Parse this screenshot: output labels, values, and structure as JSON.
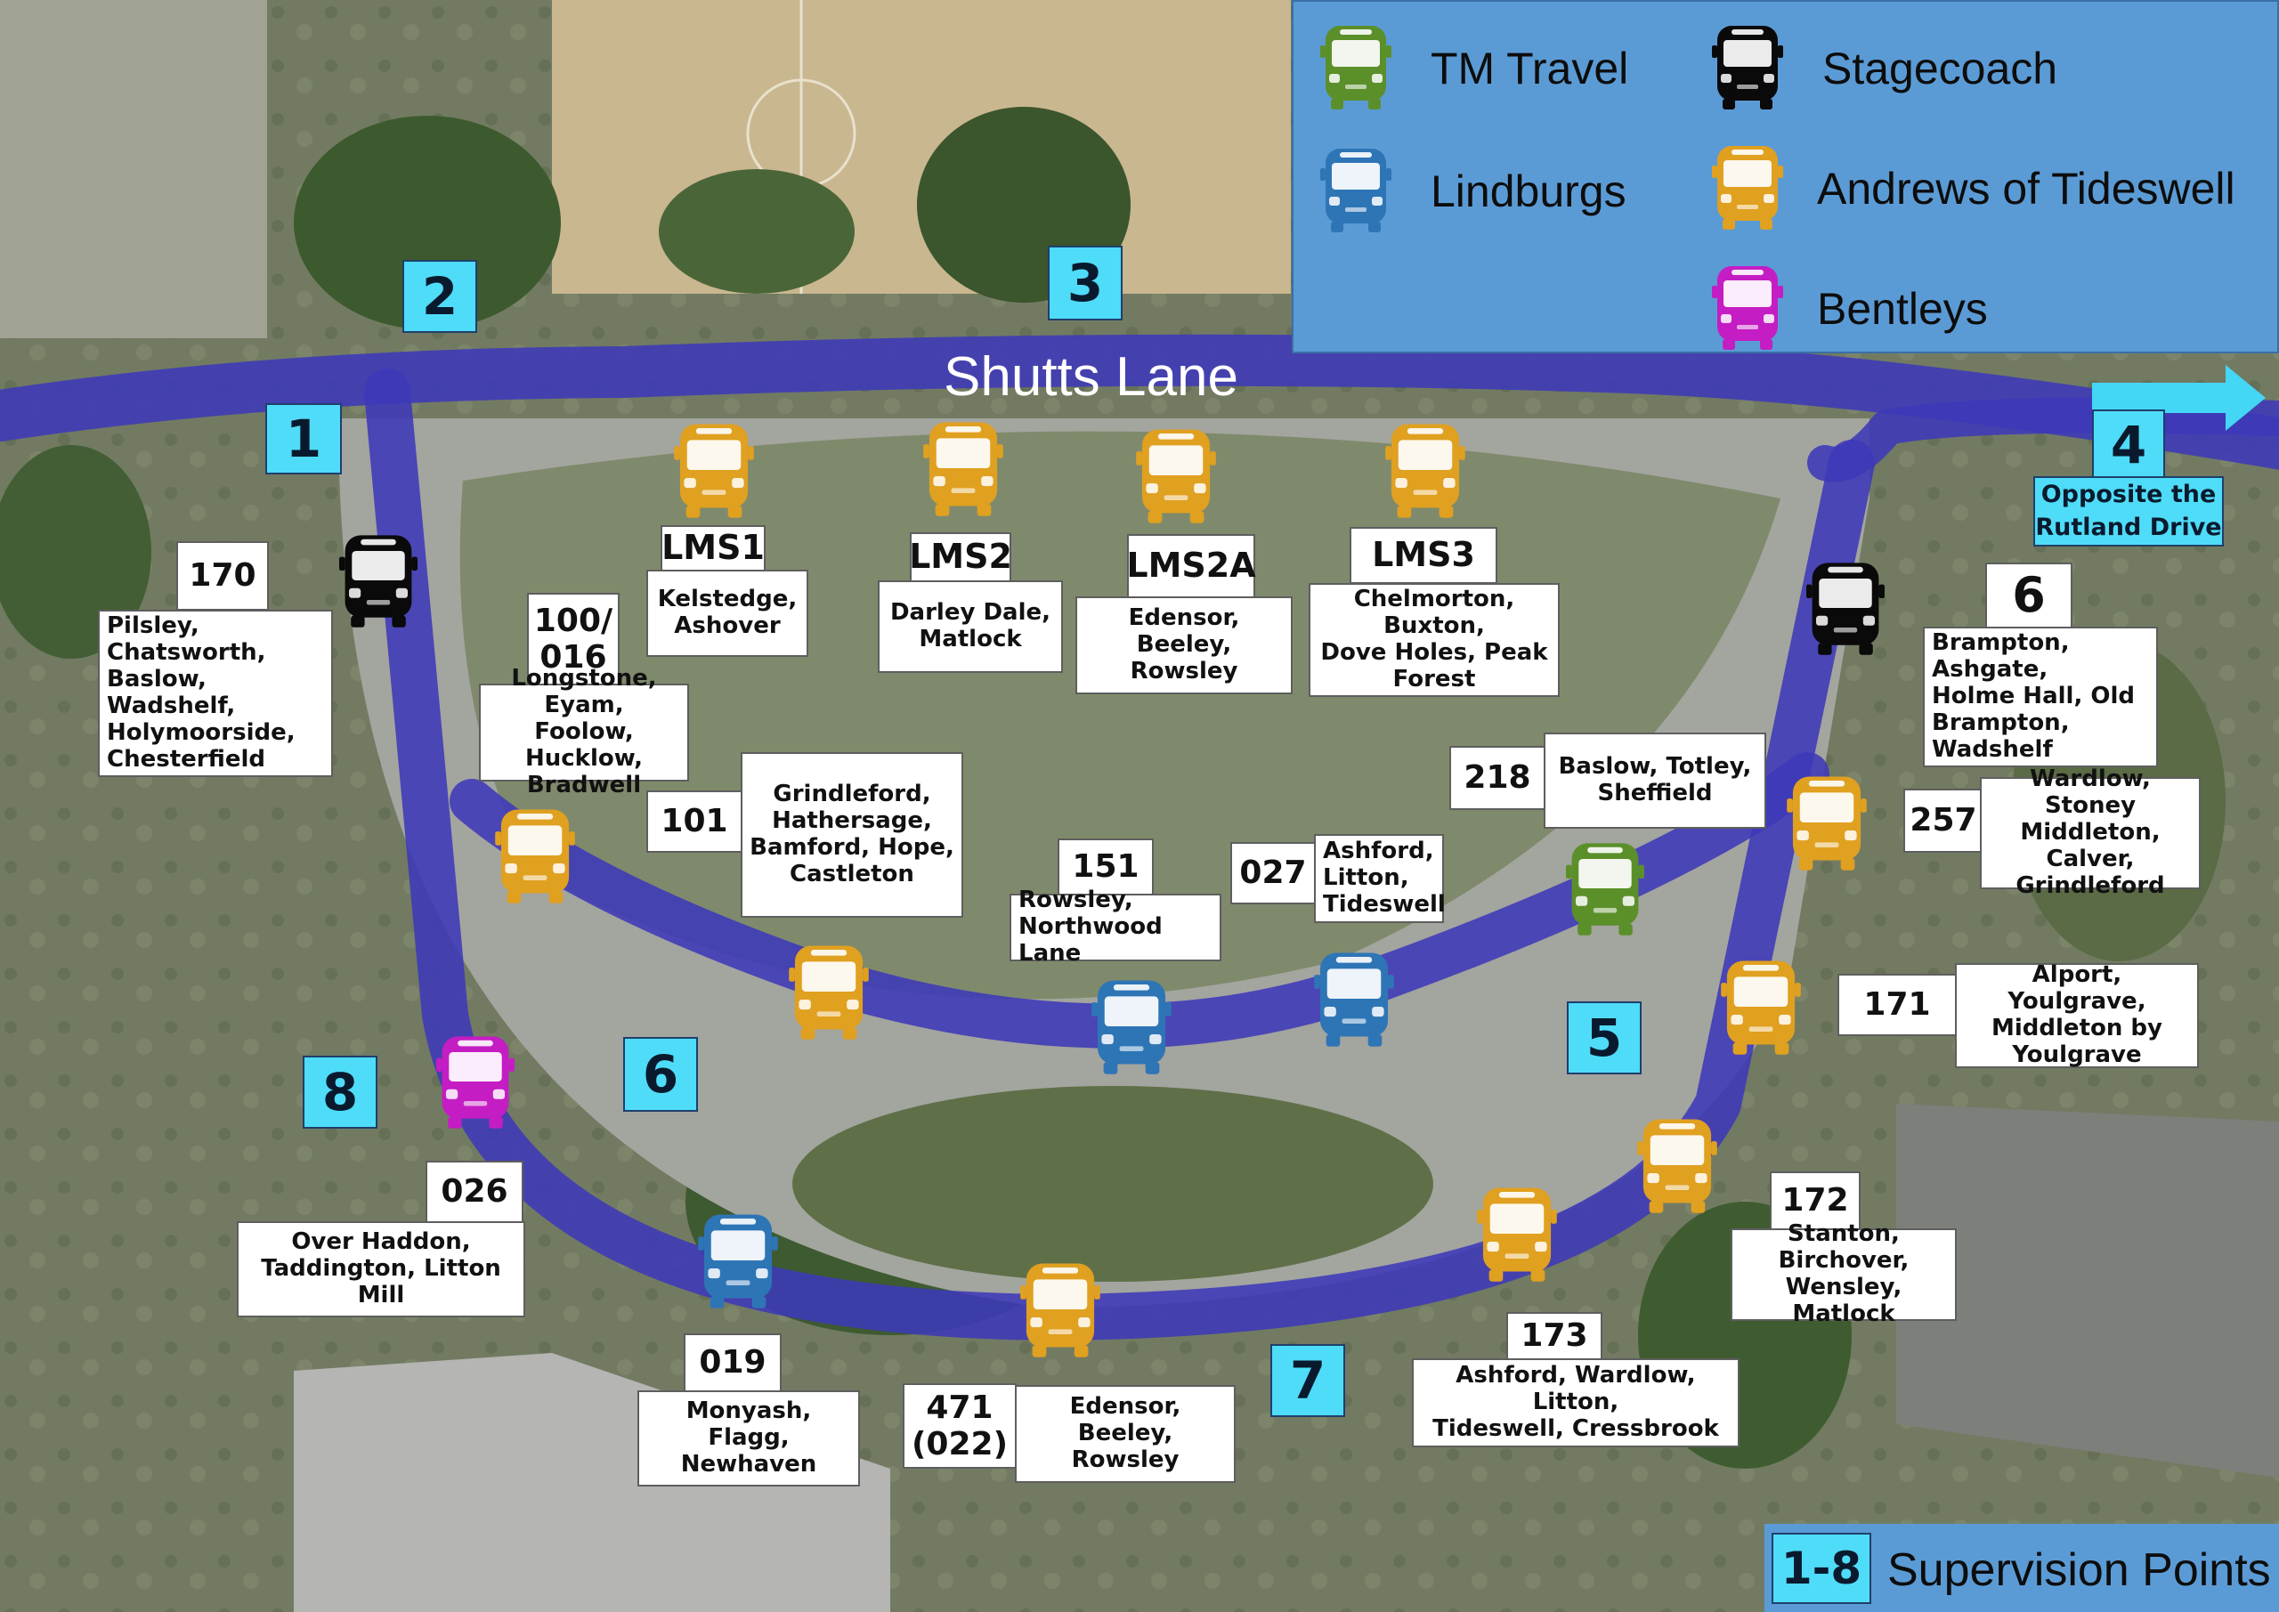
{
  "road_name": "Shutts Lane",
  "colors": {
    "tm_travel": "#5b8f2a",
    "lindburgs": "#2e75b6",
    "stagecoach": "#0a0a0a",
    "andrews": "#e0a020",
    "bentleys": "#c41dc4",
    "route": "#3d39b8",
    "supervision": "#4fdcf8"
  },
  "legend": [
    {
      "operator": "TM Travel",
      "color_key": "tm_travel"
    },
    {
      "operator": "Stagecoach",
      "color_key": "stagecoach"
    },
    {
      "operator": "Lindburgs",
      "color_key": "lindburgs"
    },
    {
      "operator": "Andrews of Tideswell",
      "color_key": "andrews"
    },
    {
      "operator": "Bentleys",
      "color_key": "bentleys"
    }
  ],
  "supervision_points": {
    "p1": "1",
    "p2": "2",
    "p3": "3",
    "p4": "4",
    "p4_desc": "Opposite the\nRutland Drive",
    "p5": "5",
    "p6a": "6",
    "p6b": "6",
    "p7": "7",
    "p8": "8"
  },
  "routes": {
    "r170": {
      "number": "170",
      "places": "Pilsley, Chatsworth,\nBaslow, Wadshelf,\nHolymoorside,\nChesterfield"
    },
    "r100": {
      "number": "100/\n016",
      "places": "Longstone, Eyam,\nFoolow, Hucklow,\nBradwell"
    },
    "lms1": {
      "number": "LMS1",
      "places": "Kelstedge,\nAshover"
    },
    "lms2": {
      "number": "LMS2",
      "places": "Darley Dale,\nMatlock"
    },
    "lms2a": {
      "number": "LMS2A",
      "places": "Edensor, Beeley,\nRowsley"
    },
    "lms3": {
      "number": "LMS3",
      "places": "Chelmorton, Buxton,\nDove Holes, Peak\nForest"
    },
    "r101": {
      "number": "101",
      "places": "Grindleford,\nHathersage,\nBamford, Hope,\nCastleton"
    },
    "r151": {
      "number": "151",
      "places": "Rowsley,\nNorthwood Lane"
    },
    "r027": {
      "number": "027",
      "places": "Ashford,\nLitton,\nTideswell"
    },
    "r218": {
      "number": "218",
      "places": "Baslow, Totley,\nSheffield"
    },
    "r6": {
      "places": "Brampton, Ashgate,\nHolme Hall, Old\nBrampton,\nWadshelf"
    },
    "r257": {
      "number": "257",
      "places": "Wardlow, Stoney\nMiddleton, Calver,\nGrindleford"
    },
    "r171": {
      "number": "171",
      "places": "Alport, Youlgrave,\nMiddleton by\nYoulgrave"
    },
    "r172": {
      "number": "172",
      "places": "Stanton, Birchover,\nWensley, Matlock"
    },
    "r173": {
      "number": "173",
      "places": "Ashford, Wardlow, Litton,\nTideswell, Cressbrook"
    },
    "r026": {
      "number": "026",
      "places": "Over Haddon,\nTaddington, Litton Mill"
    },
    "r019": {
      "number": "019",
      "places": "Monyash, Flagg,\nNewhaven"
    },
    "r471": {
      "number": "471\n(022)",
      "places": "Edensor, Beeley,\nRowsley"
    }
  },
  "footer": {
    "key": "1-8",
    "label": "Supervision Points"
  }
}
